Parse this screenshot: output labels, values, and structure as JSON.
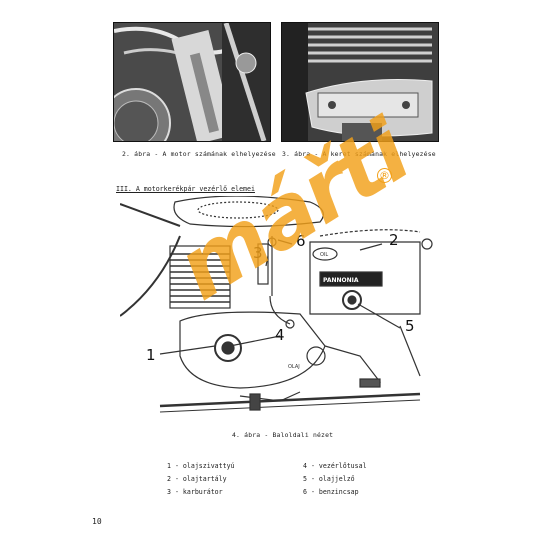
{
  "captions": {
    "fig2": "2. ábra  - A motor számának elhelyezése",
    "fig3": "3. ábra  - A keret számának elhelyezése",
    "fig4": "4. ábra  - Baloldali nézet"
  },
  "section_heading": "III. A motorkerékpár vezérlő elemei",
  "callouts": [
    "1",
    "2",
    "3",
    "4",
    "5",
    "6"
  ],
  "drawing_text": {
    "oil": "OIL",
    "brand": "PANNONIA",
    "olaj": "OLAJ"
  },
  "legend": [
    {
      "num": "1",
      "text": "olajszivattyú"
    },
    {
      "num": "2",
      "text": "olajtartály"
    },
    {
      "num": "3",
      "text": "karburátor"
    },
    {
      "num": "4",
      "text": "vezérlőtusal"
    },
    {
      "num": "5",
      "text": "olajjelző"
    },
    {
      "num": "6",
      "text": "benzincsap"
    }
  ],
  "watermark": "mářti",
  "watermark_reg": "®",
  "page_number": "10",
  "colors": {
    "watermark": "#f2a019",
    "photo": "#3a3a3a"
  }
}
